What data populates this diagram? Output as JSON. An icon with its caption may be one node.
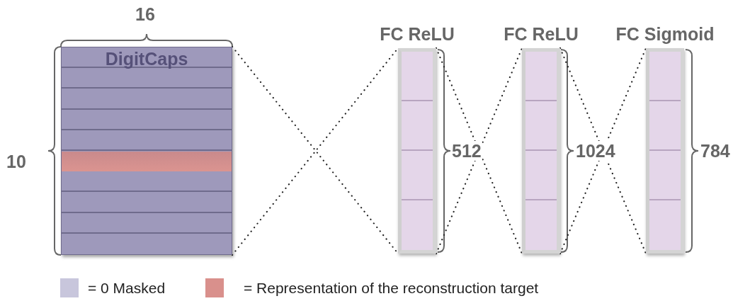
{
  "diagram": {
    "nodes": [
      {
        "text": [
          "DigitCaps"
        ]
      },
      {
        "text": [
          "FC ReLU"
        ]
      },
      {
        "text": [
          "FC ReLU"
        ]
      },
      {
        "text": [
          "FC Sigmoid"
        ]
      }
    ],
    "edges": [
      {
        "from": 0,
        "to": 1,
        "arrow": "none",
        "style": "dashed"
      },
      {
        "from": 0,
        "to": 1,
        "arrow": "none",
        "style": "dashed"
      },
      {
        "from": 1,
        "to": 2,
        "arrow": "none",
        "style": "dashed"
      },
      {
        "from": 1,
        "to": 2,
        "arrow": "none",
        "style": "dashed"
      },
      {
        "from": 2,
        "to": 3,
        "arrow": "none",
        "style": "dashed"
      },
      {
        "from": 2,
        "to": 3,
        "arrow": "none",
        "style": "dashed"
      }
    ],
    "labels": [
      "16",
      "10",
      "512",
      "1024",
      "784"
    ],
    "legend": [
      {
        "text": "= 0 Masked",
        "color": "#c8c6dc"
      },
      {
        "text": "= Representation of the reconstruction target",
        "color": "#d9908c"
      }
    ]
  }
}
